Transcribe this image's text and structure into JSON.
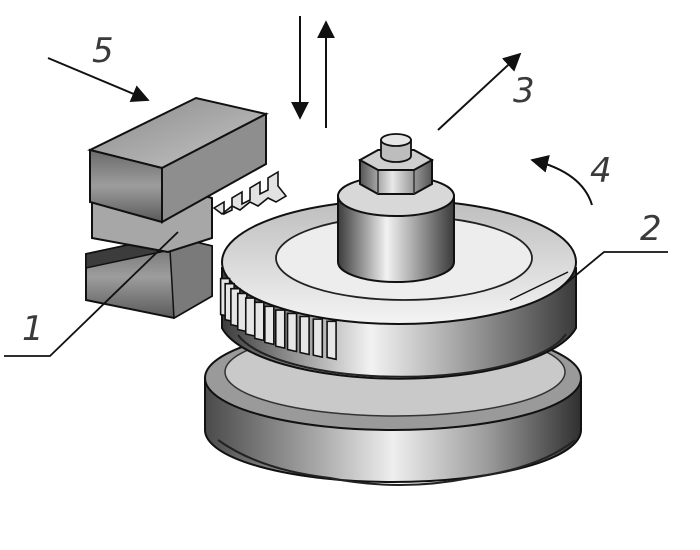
{
  "labels": {
    "n1": "1",
    "n2": "2",
    "n3": "3",
    "n4": "4",
    "n5": "5"
  },
  "parts": {
    "cutting_tool": "rack-cutter-icon",
    "workpiece": "gear-blank-icon",
    "mandrel": "mandrel-nut-icon",
    "table": "machine-table-icon"
  },
  "colors": {
    "stroke": "#1a1a1a",
    "label": "#3a3a3a"
  }
}
